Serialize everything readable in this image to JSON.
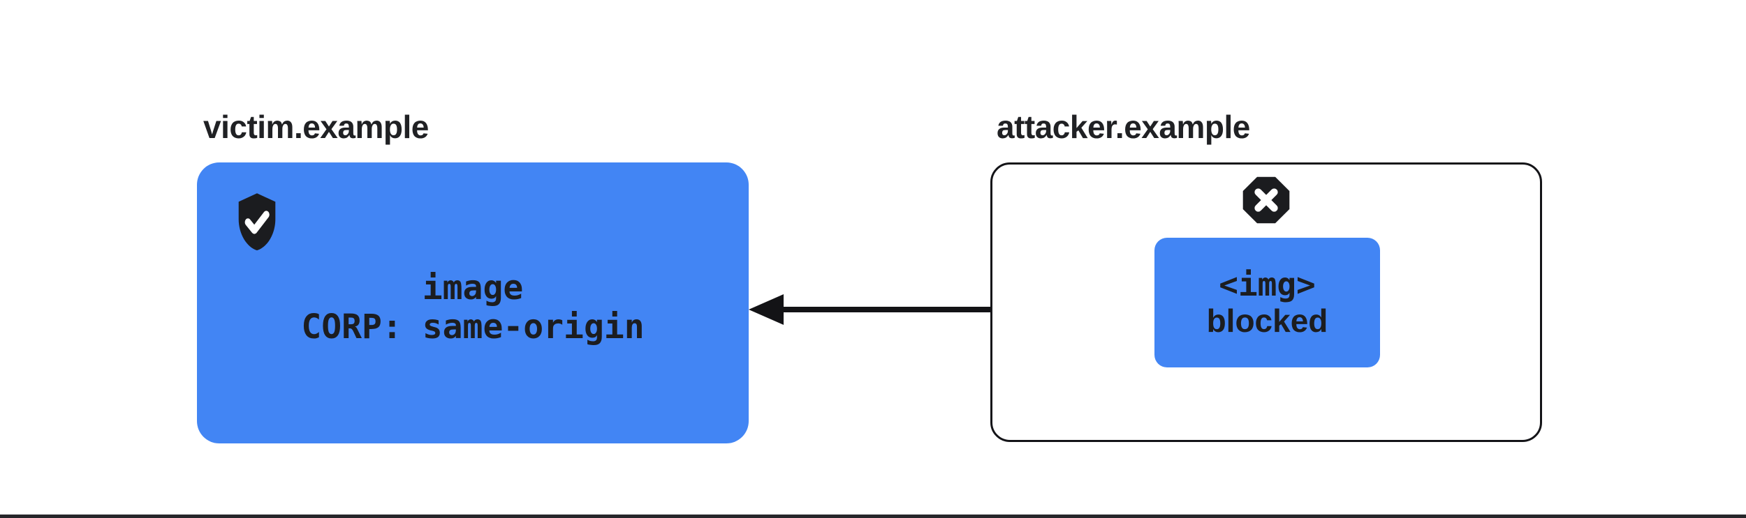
{
  "diagram": {
    "victim": {
      "label": "victim.example",
      "resource_lines": [
        "image",
        "CORP: same-origin"
      ],
      "icon": "shield-check-icon"
    },
    "attacker": {
      "label": "attacker.example",
      "blocked_lines": [
        "<img>",
        "blocked"
      ],
      "icon": "blocked-x-octagon-icon"
    },
    "colors": {
      "accent_blue": "#4285f4",
      "ink": "#202124",
      "arrow_black": "#131316",
      "box_border": "#141418",
      "footer_rule": "#26262a"
    }
  }
}
